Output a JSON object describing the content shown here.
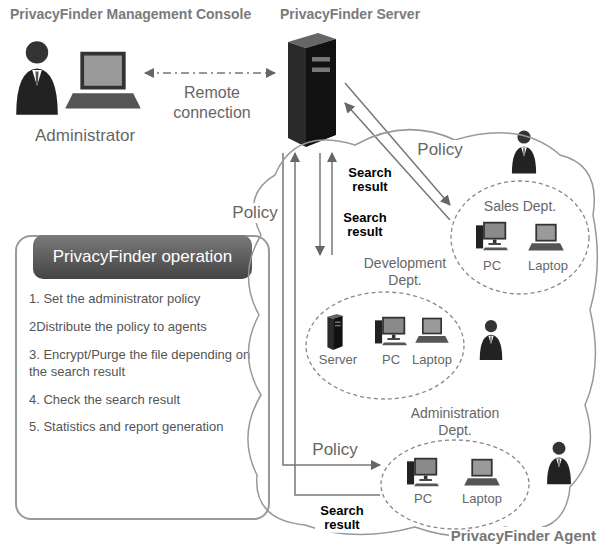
{
  "diagram": {
    "nodes": [
      {
        "text": [
          "PrivacyFinder Management Console",
          "Administrator"
        ]
      },
      {
        "text": [
          "PrivacyFinder Server"
        ]
      },
      {
        "text": [
          "PrivacyFinder operation",
          "1. Set the administrator policy",
          "2Distribute the policy to agents",
          "3. Encrypt/Purge the file depending on the search result",
          "4. Check the search result",
          "5. Statistics and report generation"
        ]
      },
      {
        "text": [
          "PrivacyFinder Agent"
        ]
      },
      {
        "text": [
          "Sales Dept.",
          "PC",
          "Laptop"
        ],
        "in": 3
      },
      {
        "text": [
          "Development Dept.",
          "Server",
          "PC",
          "Laptop"
        ],
        "in": 3
      },
      {
        "text": [
          "Administration Dept.",
          "PC",
          "Laptop"
        ],
        "in": 3
      }
    ],
    "edges": [
      {
        "from": 0,
        "to": 1,
        "arrow": "both",
        "label": "Remote connection"
      },
      {
        "from": 1,
        "to": 4,
        "arrow": "to",
        "label": "Policy"
      },
      {
        "from": 4,
        "to": 1,
        "arrow": "to",
        "label": "Search result"
      },
      {
        "from": 1,
        "to": 5,
        "arrow": "to",
        "label": "Policy"
      },
      {
        "from": 5,
        "to": 1,
        "arrow": "to",
        "label": "Search result"
      },
      {
        "from": 1,
        "to": 6,
        "arrow": "to",
        "label": "Policy"
      },
      {
        "from": 6,
        "to": 1,
        "arrow": "to",
        "label": "Search result"
      }
    ]
  }
}
